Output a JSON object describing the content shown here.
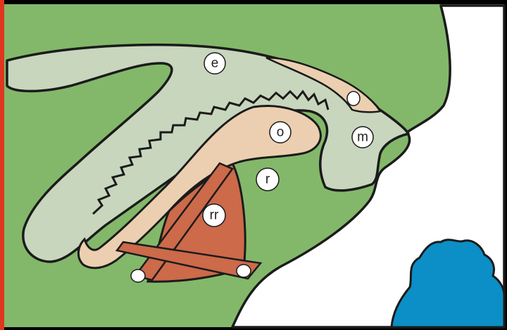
{
  "diagram": {
    "colors": {
      "background_green": "#83b86a",
      "pale_layer": "#c8d6bd",
      "tan_layer": "#ebcfb0",
      "muscle": "#cc6a4a",
      "fluid_blue": "#0b8fc6",
      "outline": "#1b1b1b",
      "exterior": "#ffffff",
      "frame_left": "#e0351e"
    },
    "labels": {
      "e": "e",
      "o": "o",
      "m": "m",
      "r": "r",
      "rr": "rr",
      "small_top": "",
      "small_left": "",
      "small_right": ""
    }
  }
}
